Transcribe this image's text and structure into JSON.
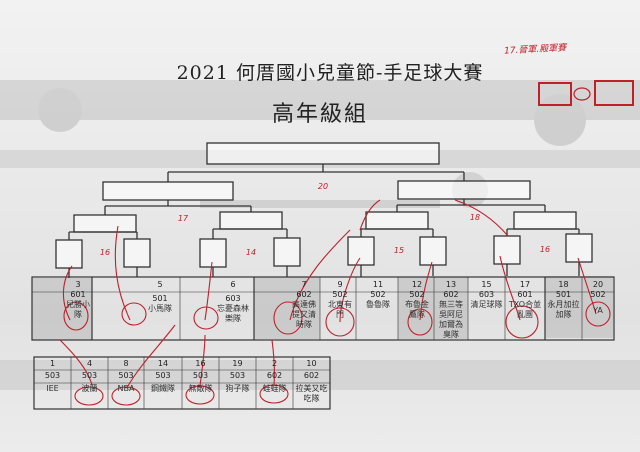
{
  "title": "2021 何厝國小兒童節-手足球大賽",
  "subtitle": "高年級組",
  "handwritten_note": "17.晉軍.殿軍賽",
  "round_marks": [
    "16",
    "17",
    "14",
    "15",
    "18",
    "16",
    "20"
  ],
  "upper_row": [
    {
      "no": "3",
      "cls": "601",
      "team": "兒勝小隊"
    },
    {
      "no": "5",
      "cls": "501",
      "team": "小馬隊"
    },
    {
      "no": "6",
      "cls": "603",
      "team": "忘憂森林樂隊"
    },
    {
      "no": "7",
      "cls": "602",
      "team": "高達佛提又清時隊"
    },
    {
      "no": "9",
      "cls": "502",
      "team": "北東有門"
    },
    {
      "no": "11",
      "cls": "502",
      "team": "魯魯隊"
    },
    {
      "no": "12",
      "cls": "502",
      "team": "布魯金鷹隊"
    },
    {
      "no": "13",
      "cls": "602",
      "team": "無三等吳阿尼加爾為臭隊"
    },
    {
      "no": "15",
      "cls": "603",
      "team": "清足球隊"
    },
    {
      "no": "17",
      "cls": "601",
      "team": "TXO合並亂團"
    },
    {
      "no": "18",
      "cls": "501",
      "team": "永月加拉加隊"
    },
    {
      "no": "20",
      "cls": "502",
      "team": "YA"
    }
  ],
  "lower_row": [
    {
      "no": "1",
      "cls": "503",
      "team": "IEE"
    },
    {
      "no": "4",
      "cls": "503",
      "team": "波蘭"
    },
    {
      "no": "8",
      "cls": "503",
      "team": "NBA"
    },
    {
      "no": "14",
      "cls": "503",
      "team": "鋼鐵隊"
    },
    {
      "no": "16",
      "cls": "503",
      "team": "無敵隊"
    },
    {
      "no": "19",
      "cls": "503",
      "team": "狗子隊"
    },
    {
      "no": "2",
      "cls": "602",
      "team": "蛙蛙隊"
    },
    {
      "no": "10",
      "cls": "602",
      "team": "拉美又吃吃隊"
    }
  ],
  "colors": {
    "ink": "#222222",
    "red_pen": "#c0202a",
    "paper": "#ededed"
  }
}
